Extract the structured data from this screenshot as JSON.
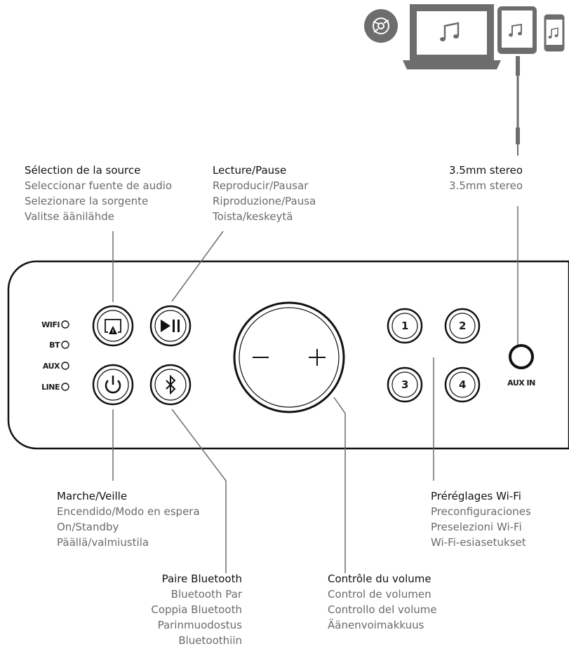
{
  "labels": {
    "source": {
      "title": "Sélection de la source",
      "lines": [
        "Seleccionar fuente de audio",
        "Selezionare la sorgente",
        "Valitse äänilähde"
      ]
    },
    "playpause": {
      "title": "Lecture/Pause",
      "lines": [
        "Reproducir/Pausar",
        "Riproduzione/Pausa",
        "Toista/keskeytä"
      ]
    },
    "aux_cable": {
      "title": "3.5mm stereo",
      "lines": [
        "3.5mm stereo"
      ]
    },
    "power": {
      "title": "Marche/Veille",
      "lines": [
        "Encendido/Modo en espera",
        "On/Standby",
        "Päällä/valmiustila"
      ]
    },
    "bluetooth": {
      "title": "Paire Bluetooth",
      "lines": [
        "Bluetooth Par",
        "Coppia Bluetooth",
        "Parinmuodostus",
        "Bluetoothiin"
      ]
    },
    "volume": {
      "title": "Contrôle du volume",
      "lines": [
        "Control de volumen",
        "Controllo del volume",
        "Äänenvoimakkuus"
      ]
    },
    "presets": {
      "title": "Préréglages Wi-Fi",
      "lines": [
        "Preconfiguraciones",
        "Preselezioni Wi-Fi",
        "Wi-Fi-esiasetukset"
      ]
    }
  },
  "device": {
    "leds": [
      "WIFI",
      "BT",
      "AUX",
      "LINE"
    ],
    "presets": [
      "1",
      "2",
      "3",
      "4"
    ],
    "volume_minus": "−",
    "volume_plus": "+",
    "aux_in_label": "AUX IN"
  },
  "icons": [
    "chrome-icon",
    "laptop-icon",
    "tablet-icon",
    "phone-icon",
    "music-note-icon",
    "source-icon",
    "play-pause-icon",
    "power-icon",
    "bluetooth-icon"
  ]
}
